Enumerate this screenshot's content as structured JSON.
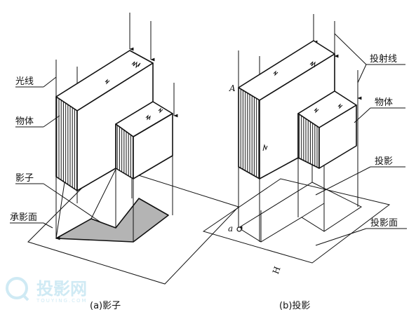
{
  "left_figure": {
    "labels": {
      "light": "光线",
      "object": "物体",
      "shadow": "影子",
      "surface": "承影面"
    },
    "caption": "(a)影子"
  },
  "right_figure": {
    "labels": {
      "ray": "投射线",
      "object": "物体",
      "projection": "投影",
      "plane": "投影面",
      "point_upper": "A",
      "point_lower": "a",
      "plane_name": "H"
    },
    "caption": "(b)投影"
  },
  "watermark": {
    "text": "投影网",
    "sub": "TOUYING.COM"
  },
  "colors": {
    "shadow_fill": "#b4b4b4",
    "line": "#111111",
    "watermark": "#cfeaf4"
  }
}
